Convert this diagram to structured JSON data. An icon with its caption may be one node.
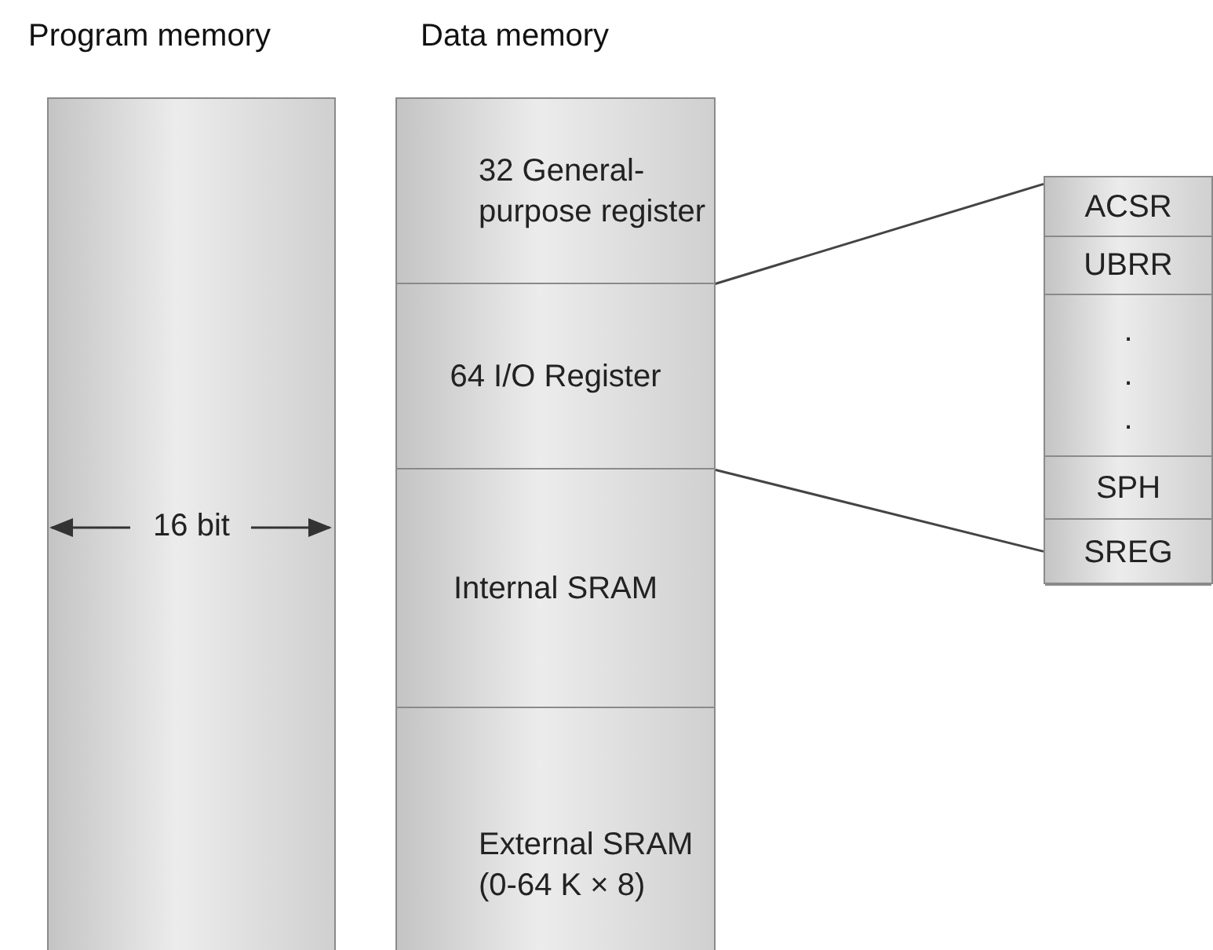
{
  "diagram": {
    "nodes": [
      {
        "text": [
          "Program memory",
          "16 bit"
        ]
      },
      {
        "text": [
          "Data memory"
        ]
      },
      {
        "text": [
          "32 General-purpose register"
        ],
        "in": 1
      },
      {
        "text": [
          "64 I/O Register"
        ],
        "in": 1
      },
      {
        "text": [
          "Internal SRAM"
        ],
        "in": 1
      },
      {
        "text": [
          "External SRAM (0-64 K × 8)"
        ],
        "in": 1
      },
      {
        "text": [],
        "shape": "box"
      },
      {
        "text": [
          "ACSR"
        ],
        "in": 6
      },
      {
        "text": [
          "UBRR"
        ],
        "in": 6
      },
      {
        "text": [
          ". . ."
        ],
        "in": 6
      },
      {
        "text": [
          "SPH"
        ],
        "in": 6
      },
      {
        "text": [
          "SREG"
        ],
        "in": 6
      }
    ],
    "edges": [
      {
        "from": 3,
        "to": 6,
        "arrow": "none"
      },
      {
        "from": 3,
        "to": 6,
        "arrow": "none"
      }
    ]
  }
}
